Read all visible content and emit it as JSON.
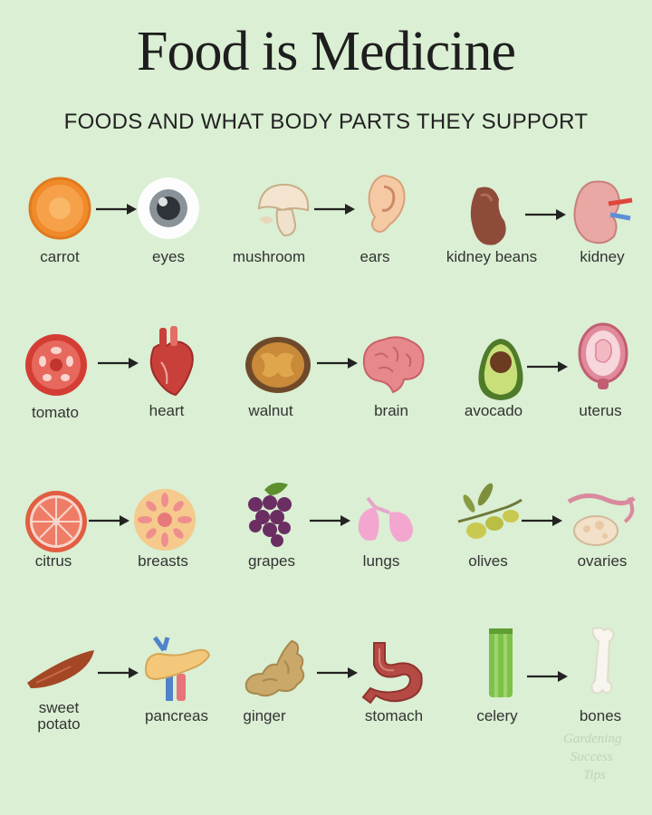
{
  "title": "Food is Medicine",
  "subtitle": "FOODS AND WHAT BODY PARTS THEY SUPPORT",
  "pairs": [
    {
      "food": "carrot",
      "part": "eyes"
    },
    {
      "food": "mushroom",
      "part": "ears"
    },
    {
      "food": "kidney beans",
      "part": "kidney"
    },
    {
      "food": "tomato",
      "part": "heart"
    },
    {
      "food": "walnut",
      "part": "brain"
    },
    {
      "food": "avocado",
      "part": "uterus"
    },
    {
      "food": "citrus",
      "part": "breasts"
    },
    {
      "food": "grapes",
      "part": "lungs"
    },
    {
      "food": "olives",
      "part": "ovaries"
    },
    {
      "food": "sweet potato",
      "part": "pancreas"
    },
    {
      "food": "ginger",
      "part": "stomach"
    },
    {
      "food": "celery",
      "part": "bones"
    }
  ],
  "watermark": {
    "line1": "Gardening",
    "line2": "Success",
    "line3": "Tips"
  }
}
